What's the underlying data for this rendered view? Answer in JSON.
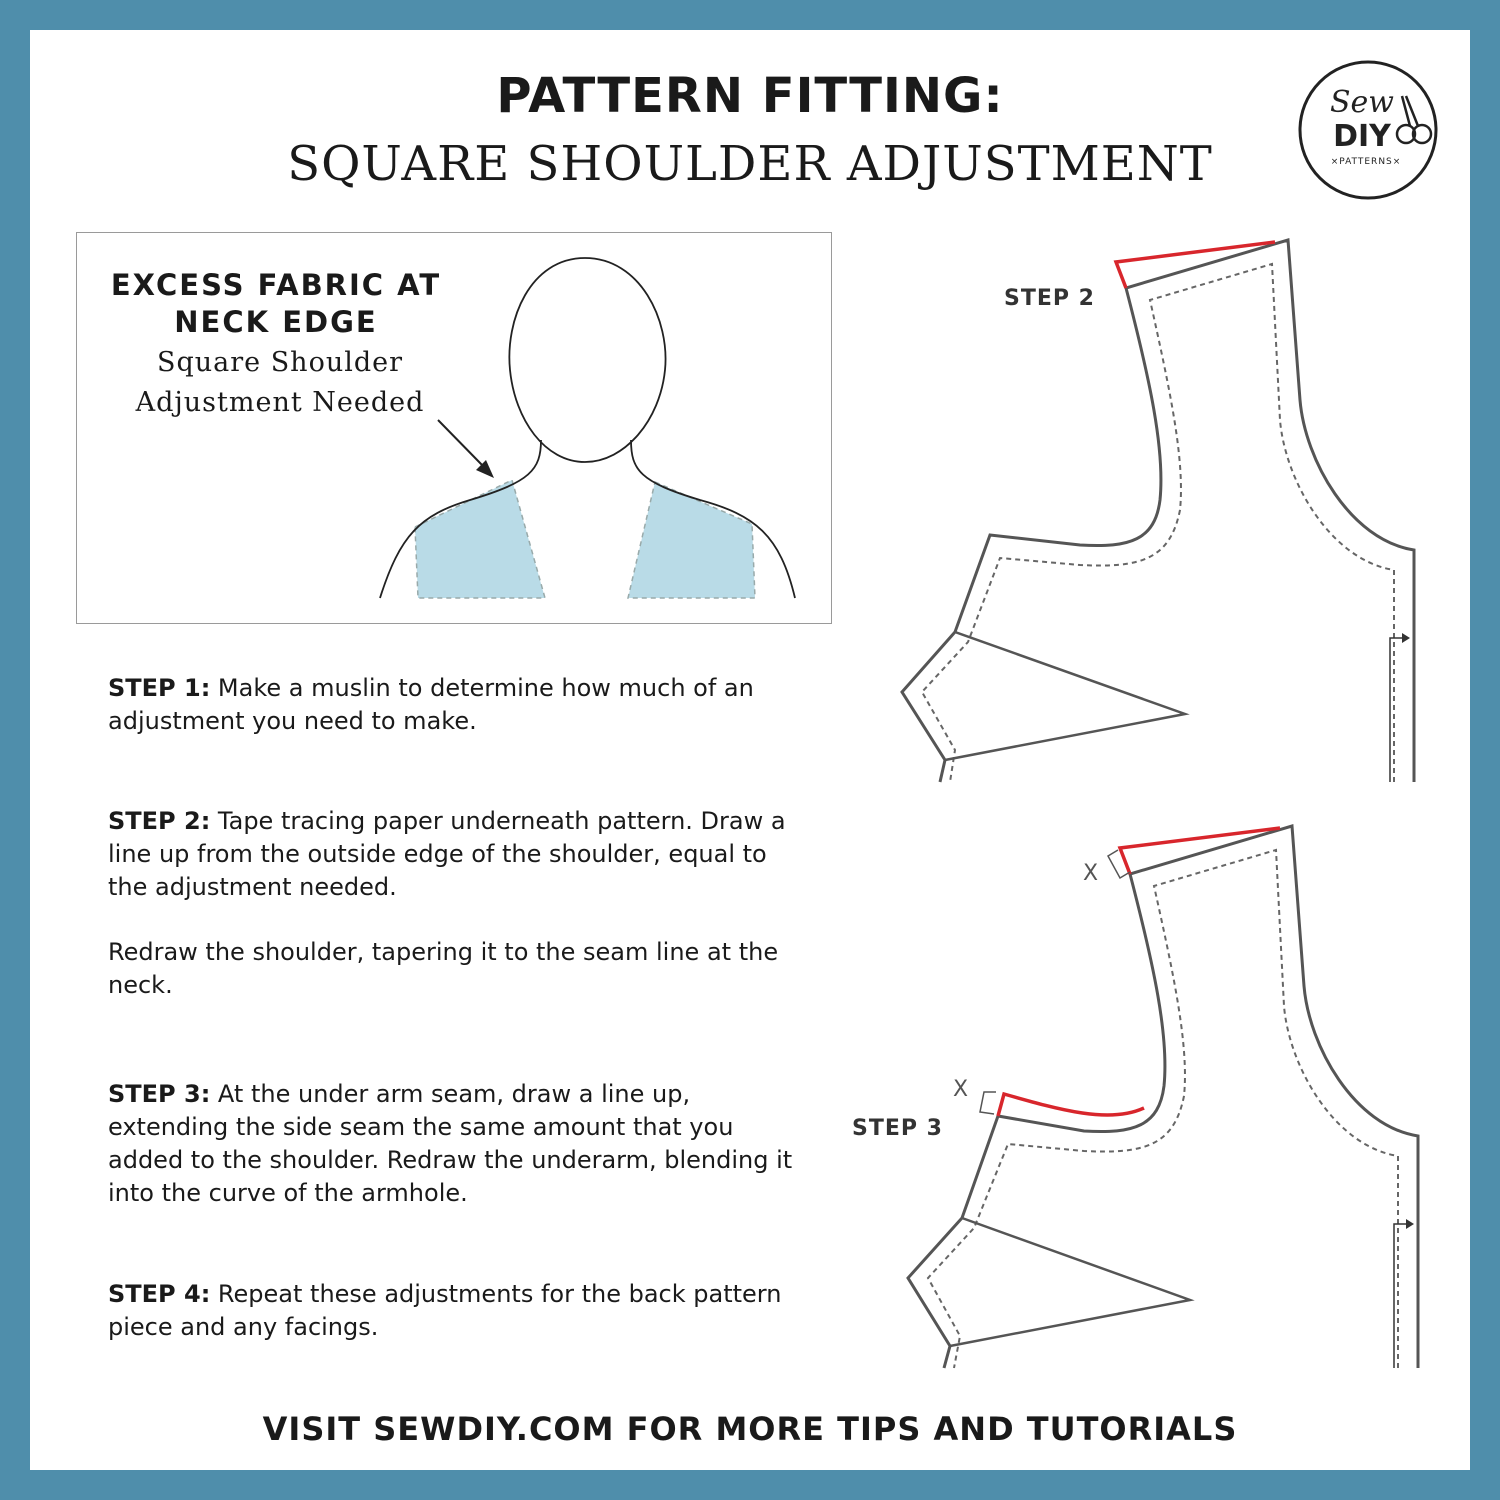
{
  "header": {
    "title_line1": "PATTERN FITTING:",
    "title_line2": "SQUARE SHOULDER ADJUSTMENT"
  },
  "logo": {
    "top": "Sew",
    "middle": "DIY",
    "bottom": "×PATTERNS×"
  },
  "illustration": {
    "heading_line1": "EXCESS FABRIC AT",
    "heading_line2": "NECK EDGE",
    "sub_line1": "Square Shoulder",
    "sub_line2": "Adjustment Needed"
  },
  "steps": [
    {
      "label": "STEP 1:",
      "text": " Make a muslin to determine how much of an adjustment you need to make."
    },
    {
      "label": "STEP 2:",
      "text": " Tape tracing paper underneath pattern. Draw a line up from the outside edge of the shoulder, equal to the adjustment needed."
    },
    {
      "label": "",
      "text": "Redraw the shoulder, tapering it to the seam line at the neck."
    },
    {
      "label": "STEP 3:",
      "text": " At the under arm seam, draw a line up, extending the side seam the same amount that you added to the shoulder. Redraw the underarm, blending it into the curve of the armhole."
    },
    {
      "label": "STEP 4:",
      "text": " Repeat these adjustments for the back pattern piece and any facings."
    }
  ],
  "diagram_labels": {
    "step2": "STEP 2",
    "step3": "STEP 3",
    "x_mark": "X"
  },
  "footer": "VISIT SEWDIY.COM FOR MORE TIPS AND TUTORIALS",
  "colors": {
    "border": "#4f8eab",
    "adjustment_red": "#d8262c",
    "excess_fabric": "#b9dbe7",
    "pattern_line": "#555555"
  }
}
